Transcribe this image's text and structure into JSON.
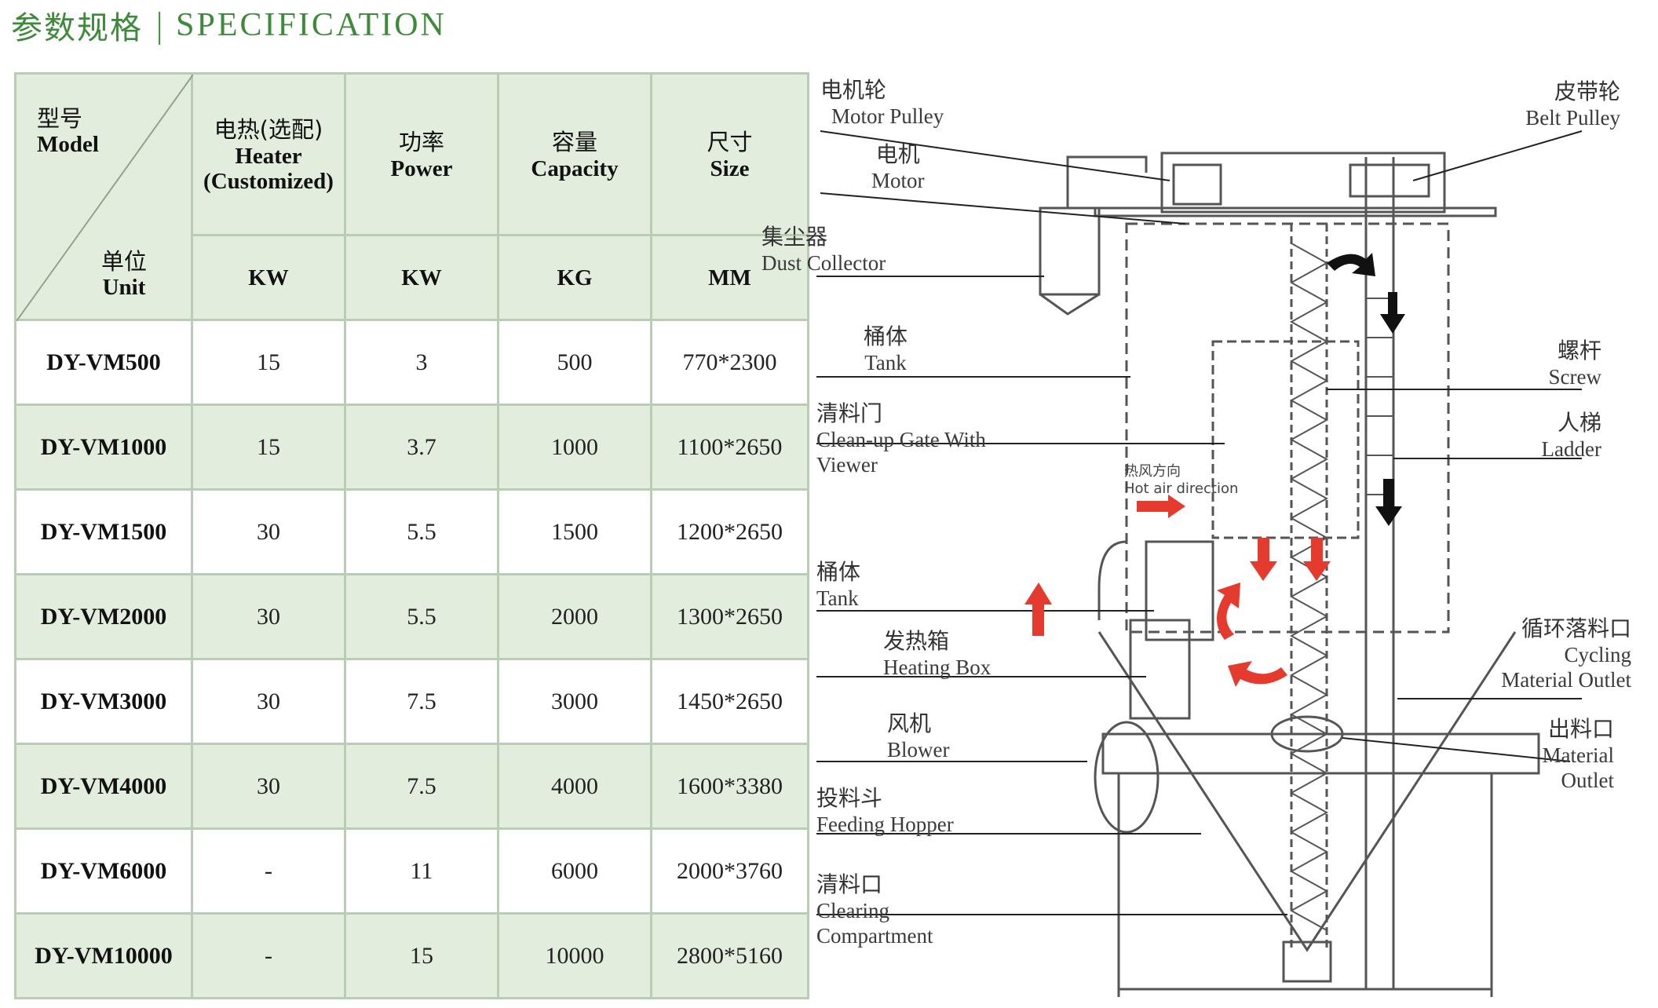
{
  "header": {
    "cn": "参数规格",
    "separator": "|",
    "en": "SPECIFICATION"
  },
  "table": {
    "corner": {
      "model_cn": "型号",
      "model_en": "Model",
      "unit_cn": "单位",
      "unit_en": "Unit"
    },
    "columns": [
      {
        "cn": "电热(选配)",
        "en_line1": "Heater",
        "en_line2": "(Customized)",
        "unit": "KW"
      },
      {
        "cn": "功率",
        "en_line1": "Power",
        "en_line2": "",
        "unit": "KW"
      },
      {
        "cn": "容量",
        "en_line1": "Capacity",
        "en_line2": "",
        "unit": "KG"
      },
      {
        "cn": "尺寸",
        "en_line1": "Size",
        "en_line2": "",
        "unit": "MM"
      }
    ],
    "rows": [
      {
        "model": "DY-VM500",
        "heater": "15",
        "power": "3",
        "capacity": "500",
        "size": "770*2300"
      },
      {
        "model": "DY-VM1000",
        "heater": "15",
        "power": "3.7",
        "capacity": "1000",
        "size": "1100*2650"
      },
      {
        "model": "DY-VM1500",
        "heater": "30",
        "power": "5.5",
        "capacity": "1500",
        "size": "1200*2650"
      },
      {
        "model": "DY-VM2000",
        "heater": "30",
        "power": "5.5",
        "capacity": "2000",
        "size": "1300*2650"
      },
      {
        "model": "DY-VM3000",
        "heater": "30",
        "power": "7.5",
        "capacity": "3000",
        "size": "1450*2650"
      },
      {
        "model": "DY-VM4000",
        "heater": "30",
        "power": "7.5",
        "capacity": "4000",
        "size": "1600*3380"
      },
      {
        "model": "DY-VM6000",
        "heater": "-",
        "power": "11",
        "capacity": "6000",
        "size": "2000*3760"
      },
      {
        "model": "DY-VM10000",
        "heater": "-",
        "power": "15",
        "capacity": "10000",
        "size": "2800*5160"
      }
    ]
  },
  "diagram": {
    "labels": {
      "motor_pulley": {
        "cn": "电机轮",
        "en": "Motor Pulley"
      },
      "motor": {
        "cn": "电机",
        "en": "Motor"
      },
      "dust_collector": {
        "cn": "集尘器",
        "en": "Dust Collector"
      },
      "tank_upper": {
        "cn": "桶体",
        "en": "Tank"
      },
      "clean_gate": {
        "cn": "清料门",
        "en": "Clean-up Gate With",
        "en2": "Viewer"
      },
      "tank_lower": {
        "cn": "桶体",
        "en": "Tank"
      },
      "heating_box": {
        "cn": "发热箱",
        "en": "Heating Box"
      },
      "blower": {
        "cn": "风机",
        "en": "Blower"
      },
      "feeding_hopper": {
        "cn": "投料斗",
        "en": "Feeding Hopper"
      },
      "clearing": {
        "cn": "清料口",
        "en": "Clearing",
        "en2": "Compartment"
      },
      "belt_pulley": {
        "cn": "皮带轮",
        "en": "Belt Pulley"
      },
      "screw": {
        "cn": "螺杆",
        "en": "Screw"
      },
      "ladder": {
        "cn": "人梯",
        "en": "Ladder"
      },
      "cycling_outlet": {
        "cn": "循环落料口",
        "en": "Cycling",
        "en2": "Material Outlet"
      },
      "material_outlet": {
        "cn": "出料口",
        "en": "Material",
        "en2": "Outlet"
      },
      "hot_air": {
        "cn": "热风方向",
        "en": "Hot air direction"
      }
    },
    "colors": {
      "arrow_red": "#e53b2e",
      "arrow_black": "#111111",
      "line": "#555555"
    }
  }
}
